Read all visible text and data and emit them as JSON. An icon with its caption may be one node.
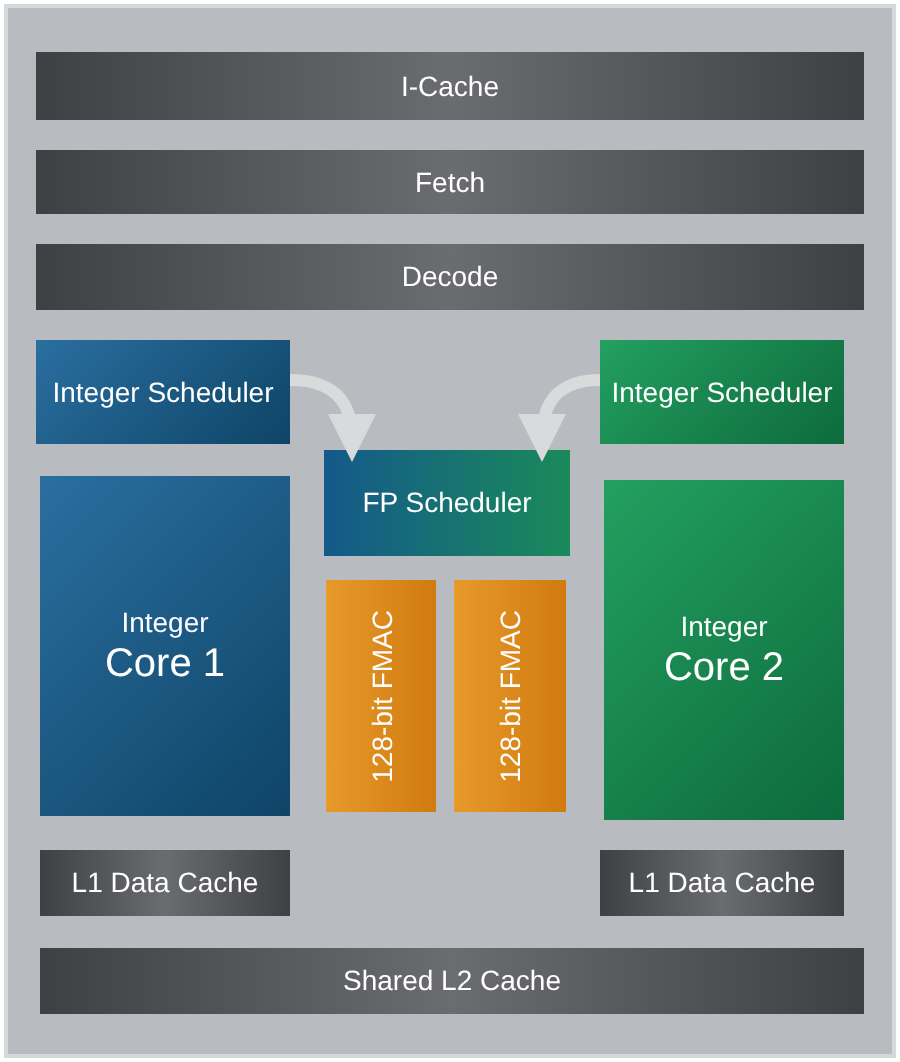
{
  "diagram": {
    "nodes": [
      {
        "text": [
          "I-Cache"
        ]
      },
      {
        "text": [
          "Fetch"
        ]
      },
      {
        "text": [
          "Decode"
        ]
      },
      {
        "text": [
          "Integer Scheduler"
        ]
      },
      {
        "text": [
          "Integer Scheduler"
        ]
      },
      {
        "text": [
          "FP Scheduler"
        ]
      },
      {
        "text": [
          "Integer",
          "Core 1"
        ]
      },
      {
        "text": [
          "128-bit FMAC"
        ]
      },
      {
        "text": [
          "128-bit FMAC"
        ]
      },
      {
        "text": [
          "Integer",
          "Core 2"
        ]
      },
      {
        "text": [
          "L1 Data Cache"
        ]
      },
      {
        "text": [
          "L1 Data Cache"
        ]
      },
      {
        "text": [
          "Shared L2 Cache"
        ]
      }
    ],
    "edges": [
      {
        "from": 3,
        "to": 5,
        "arrow": "to"
      },
      {
        "from": 4,
        "to": 5,
        "arrow": "to"
      }
    ]
  }
}
